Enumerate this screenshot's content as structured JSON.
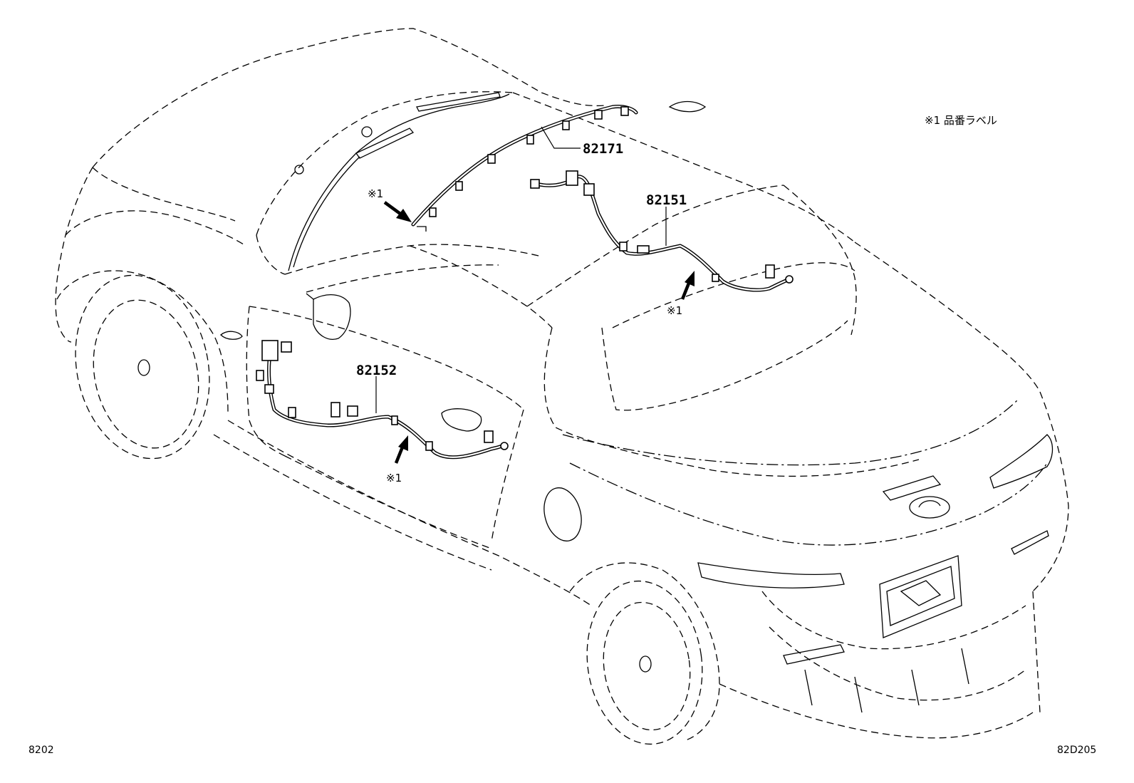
{
  "legend": {
    "note": "※1 品番ラベル"
  },
  "callouts": {
    "roof_harness": "82171",
    "rear_harness": "82151",
    "door_harness": "82152",
    "label_mark_1": "※1",
    "label_mark_2": "※1",
    "label_mark_3": "※1"
  },
  "footer": {
    "left_code": "8202",
    "right_code": "82D205"
  }
}
